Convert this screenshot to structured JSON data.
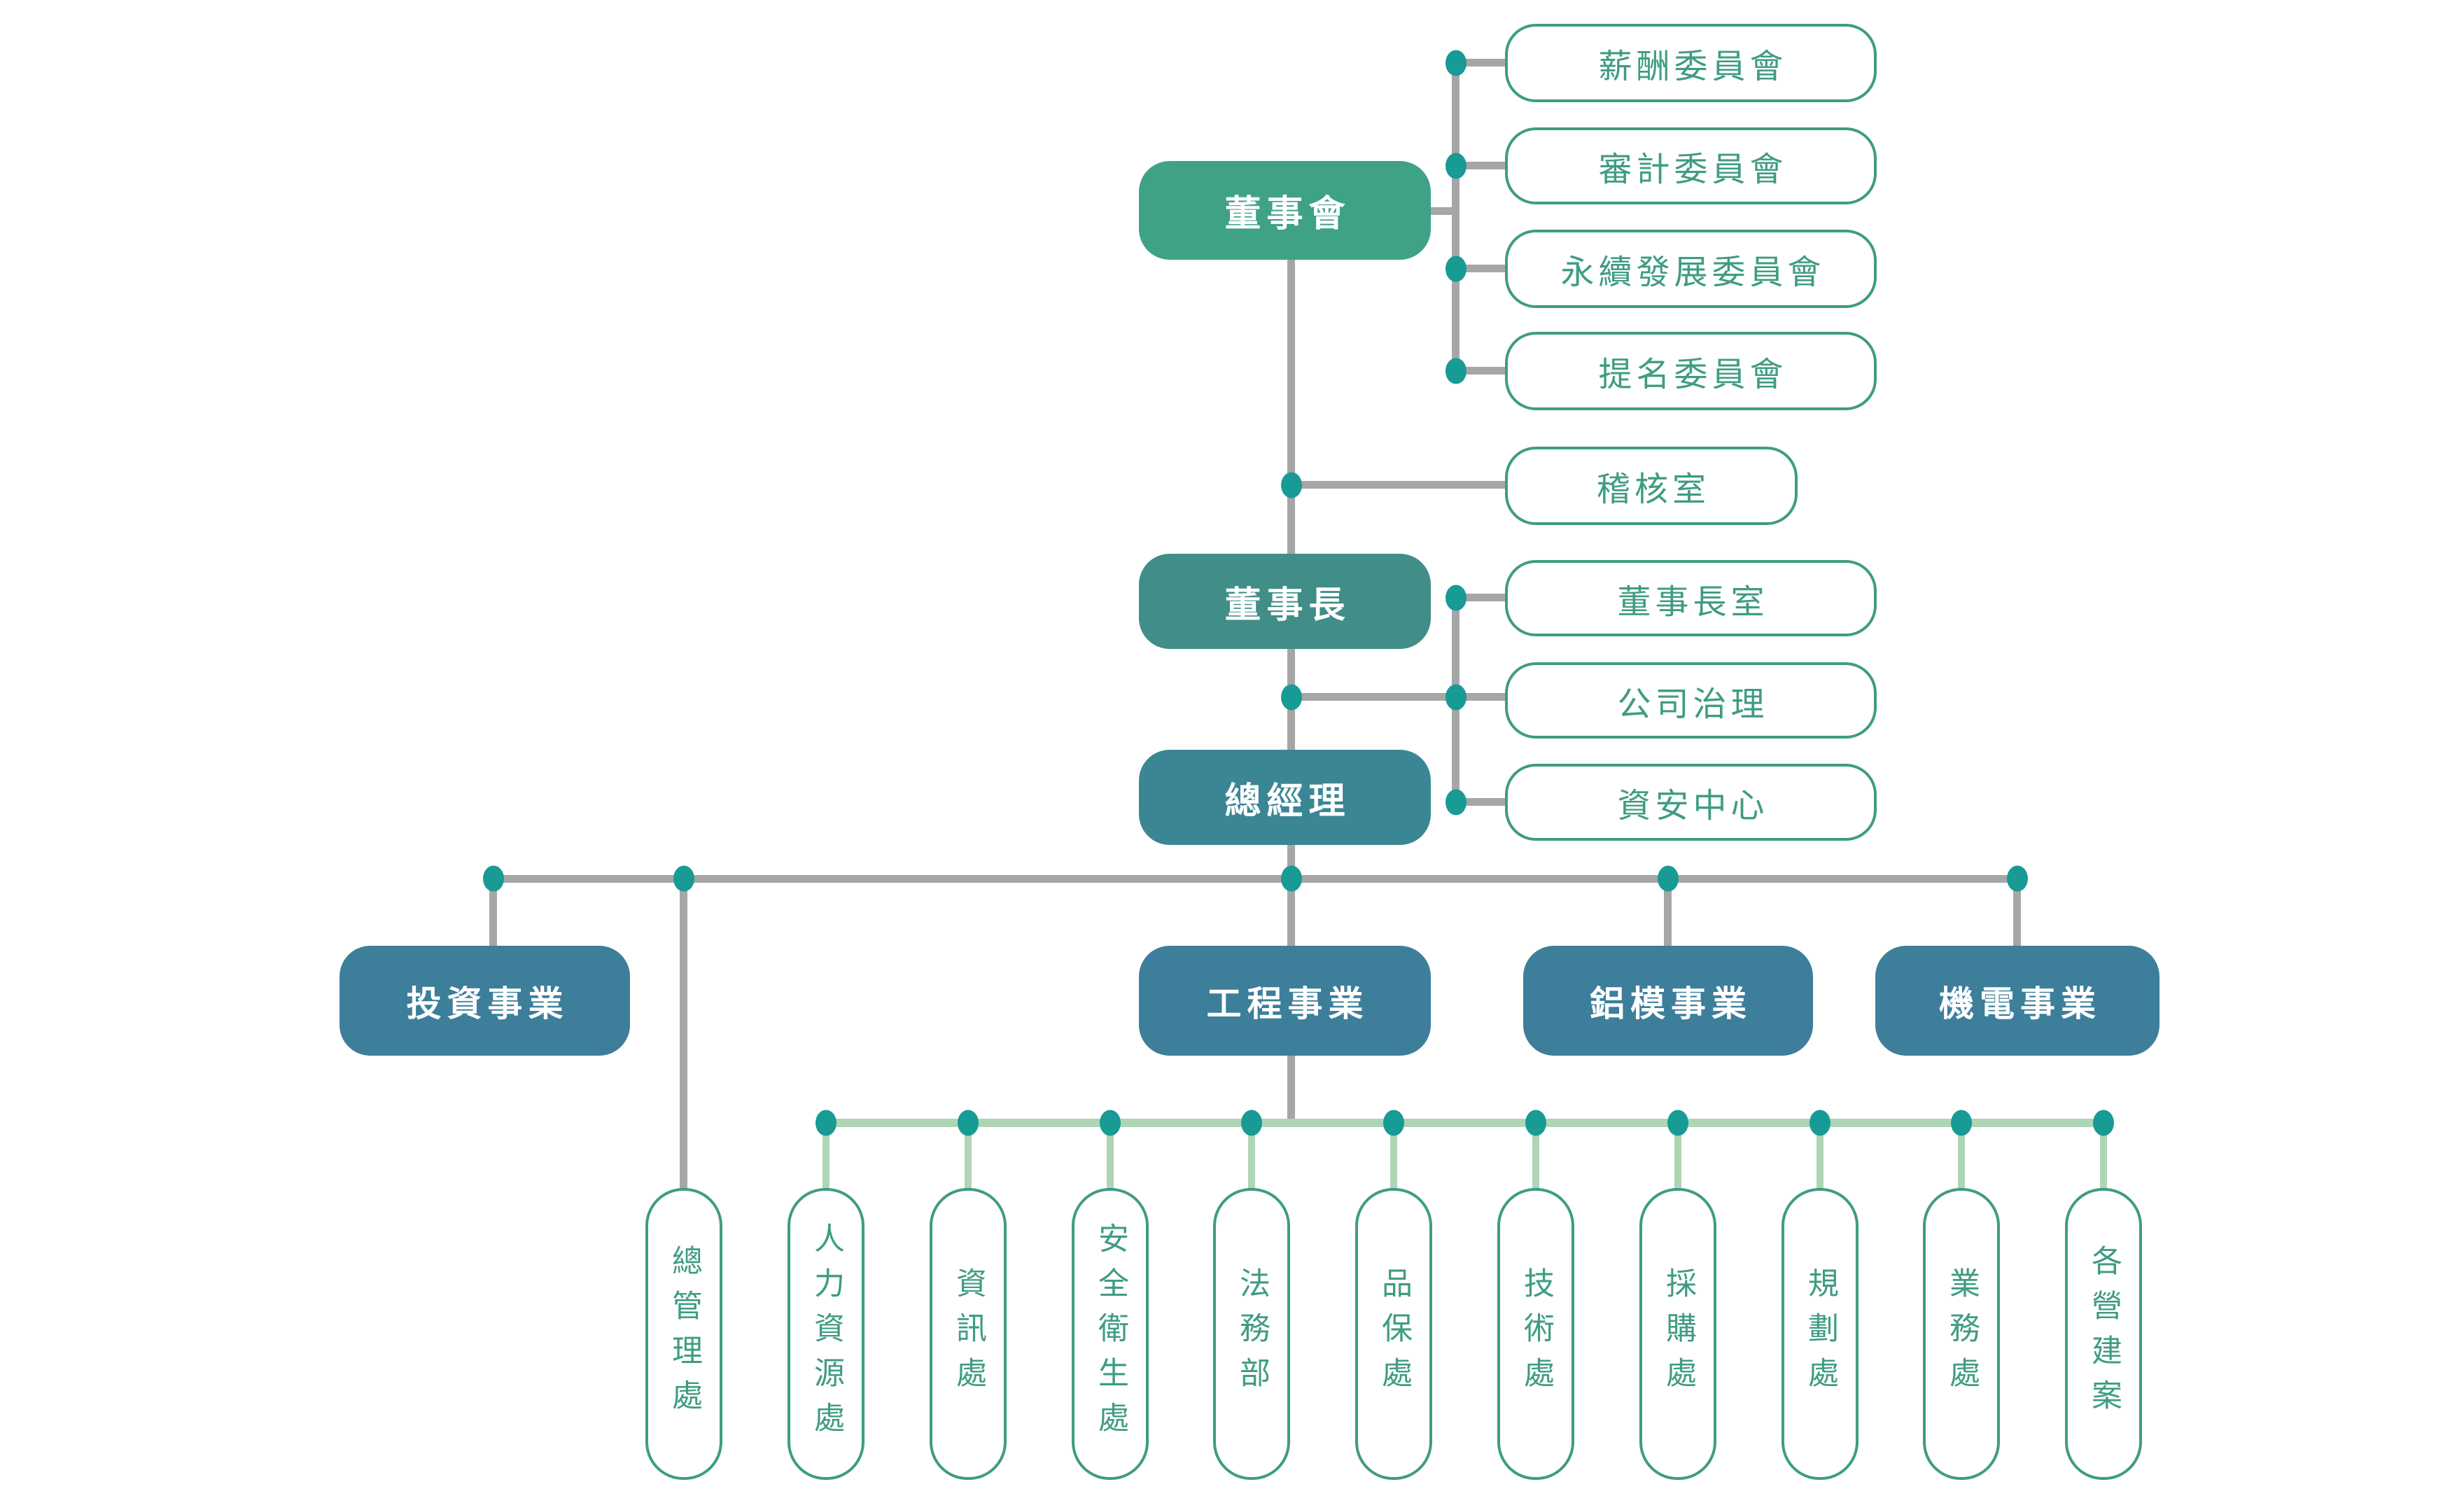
{
  "org": {
    "board": {
      "label": "董事會"
    },
    "board_committees": [
      {
        "label": "薪酬委員會"
      },
      {
        "label": "審計委員會"
      },
      {
        "label": "永續發展委員會"
      },
      {
        "label": "提名委員會"
      }
    ],
    "audit_office": {
      "label": "稽核室"
    },
    "chairman": {
      "label": "董事長"
    },
    "chairman_units": [
      {
        "label": "董事長室"
      },
      {
        "label": "公司治理"
      },
      {
        "label": "資安中心"
      }
    ],
    "president": {
      "label": "總經理"
    },
    "business_units": [
      {
        "label": "投資事業"
      },
      {
        "label": "工程事業"
      },
      {
        "label": "鋁模事業"
      },
      {
        "label": "機電事業"
      }
    ],
    "general_admin": {
      "label": "總管理處"
    },
    "engineering_departments": [
      {
        "label": "人力資源處"
      },
      {
        "label": "資訊處"
      },
      {
        "label": "安全衛生處"
      },
      {
        "label": "法務部"
      },
      {
        "label": "品保處"
      },
      {
        "label": "技術處"
      },
      {
        "label": "採購處"
      },
      {
        "label": "規劃處"
      },
      {
        "label": "業務處"
      },
      {
        "label": "各營建案"
      }
    ]
  },
  "colors": {
    "board_fill": "#3fa287",
    "chairman_fill": "#418d87",
    "president_fill": "#3a8694",
    "business_unit_fill": "#3d7e9b",
    "outline_box_green": "#3f9c82",
    "connector_gray": "#a6a6a6",
    "connector_light_green": "#aed6b4",
    "junction_dot_teal": "#189a95",
    "node_text_white": "#ffffff",
    "background": "#ffffff"
  }
}
